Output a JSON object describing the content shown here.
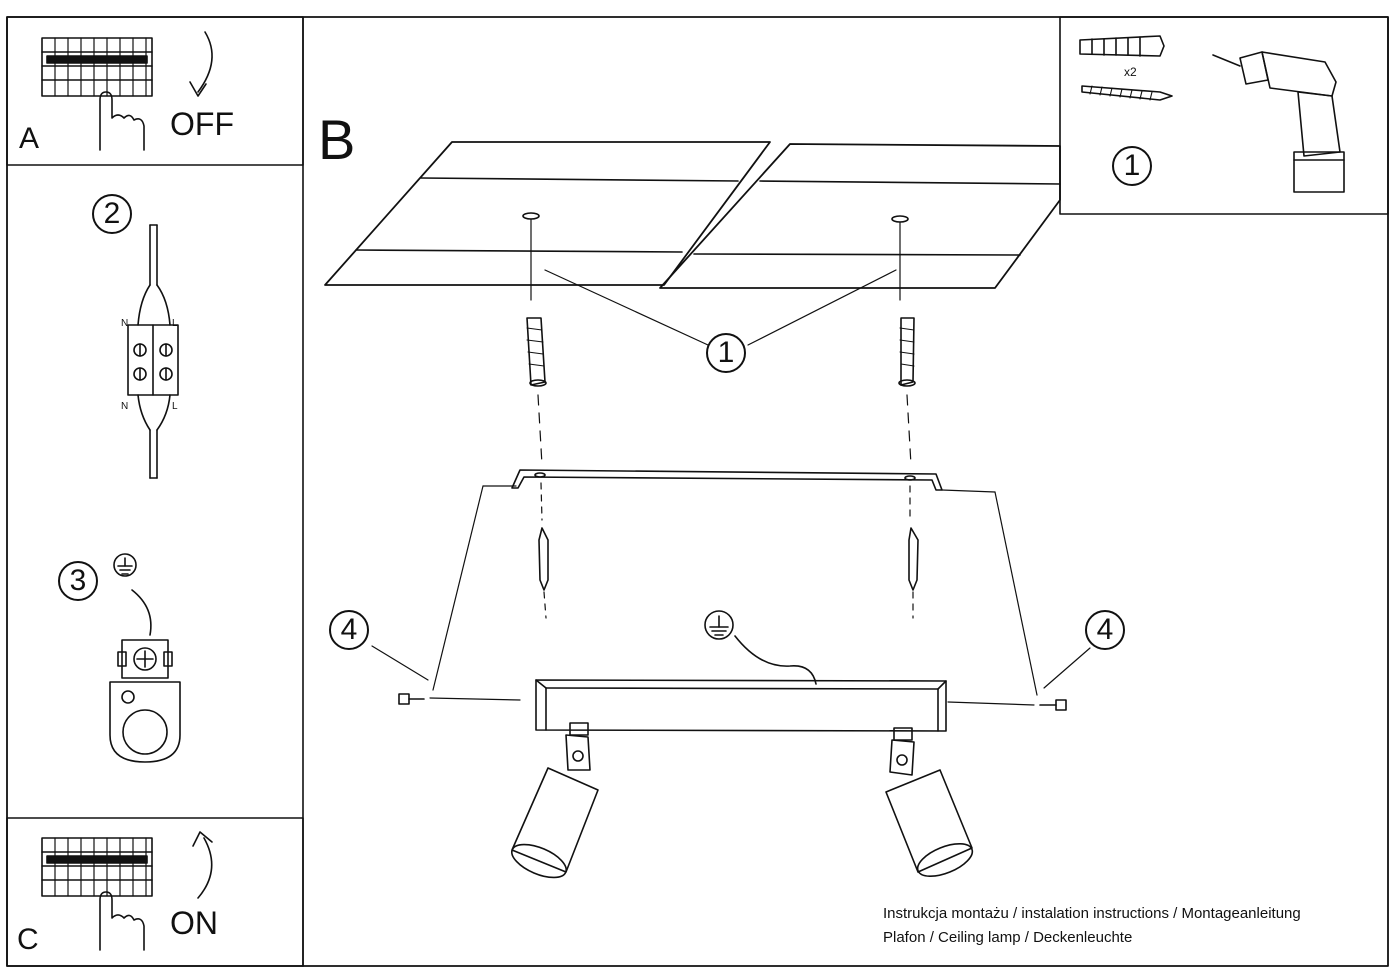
{
  "panels": {
    "a": {
      "letter": "A",
      "word": "OFF"
    },
    "b": {
      "letter": "B"
    },
    "c": {
      "letter": "C",
      "word": "ON"
    }
  },
  "steps": {
    "one": "1",
    "two": "2",
    "three": "3",
    "four": "4"
  },
  "wiring": {
    "neutral": "N",
    "live": "L"
  },
  "kit": {
    "quantity": "x2"
  },
  "caption": {
    "line1": "Instrukcja montażu / instalation instructions / Montageanleitung",
    "line2": "Plafon / Ceiling lamp / Deckenleuchte"
  }
}
